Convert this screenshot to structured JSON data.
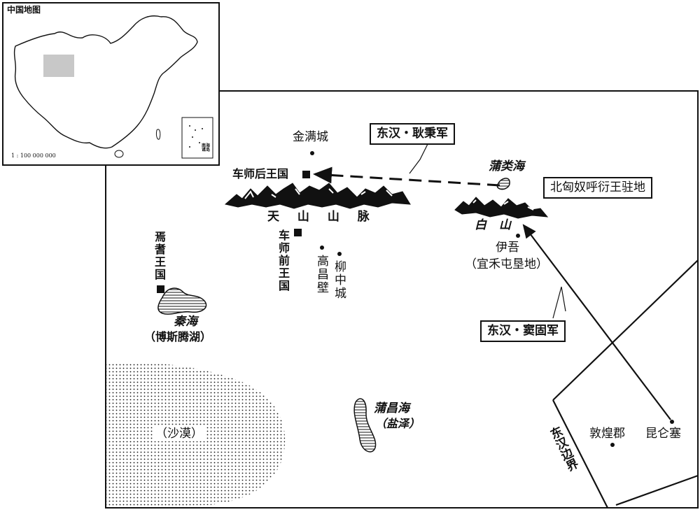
{
  "inset": {
    "title": "中国地图",
    "scale": "1 : 100 000 000",
    "south_sea_label": "南海诸岛"
  },
  "labels": {
    "jinman": "金满城",
    "cheshi_hou": "车师后王国",
    "tianshan": "天 山 山 脉",
    "cheshi_qian": "车师前王国",
    "gaochang": "高昌壁",
    "liuzhong": "柳中城",
    "yanqi": "焉耆王国",
    "qinhai": "秦海",
    "bosten": "（博斯腾湖）",
    "pulei": "蒲类海",
    "baishan": "白 山",
    "yiwu": "伊吾",
    "yiwu_sub": "（宜禾屯垦地）",
    "desert": "（沙漠）",
    "puchang": "蒲昌海",
    "yanze": "（盐泽）",
    "dunhuang": "敦煌郡",
    "kunlun": "昆仑塞",
    "border": "东汉边界"
  },
  "boxes": {
    "geng": "东汉・耿秉军",
    "xiongnu": "北匈奴呼衍王驻地",
    "dou": "东汉・窦固军"
  },
  "colors": {
    "ink": "#111111",
    "highlight": "#c8c8c8"
  }
}
